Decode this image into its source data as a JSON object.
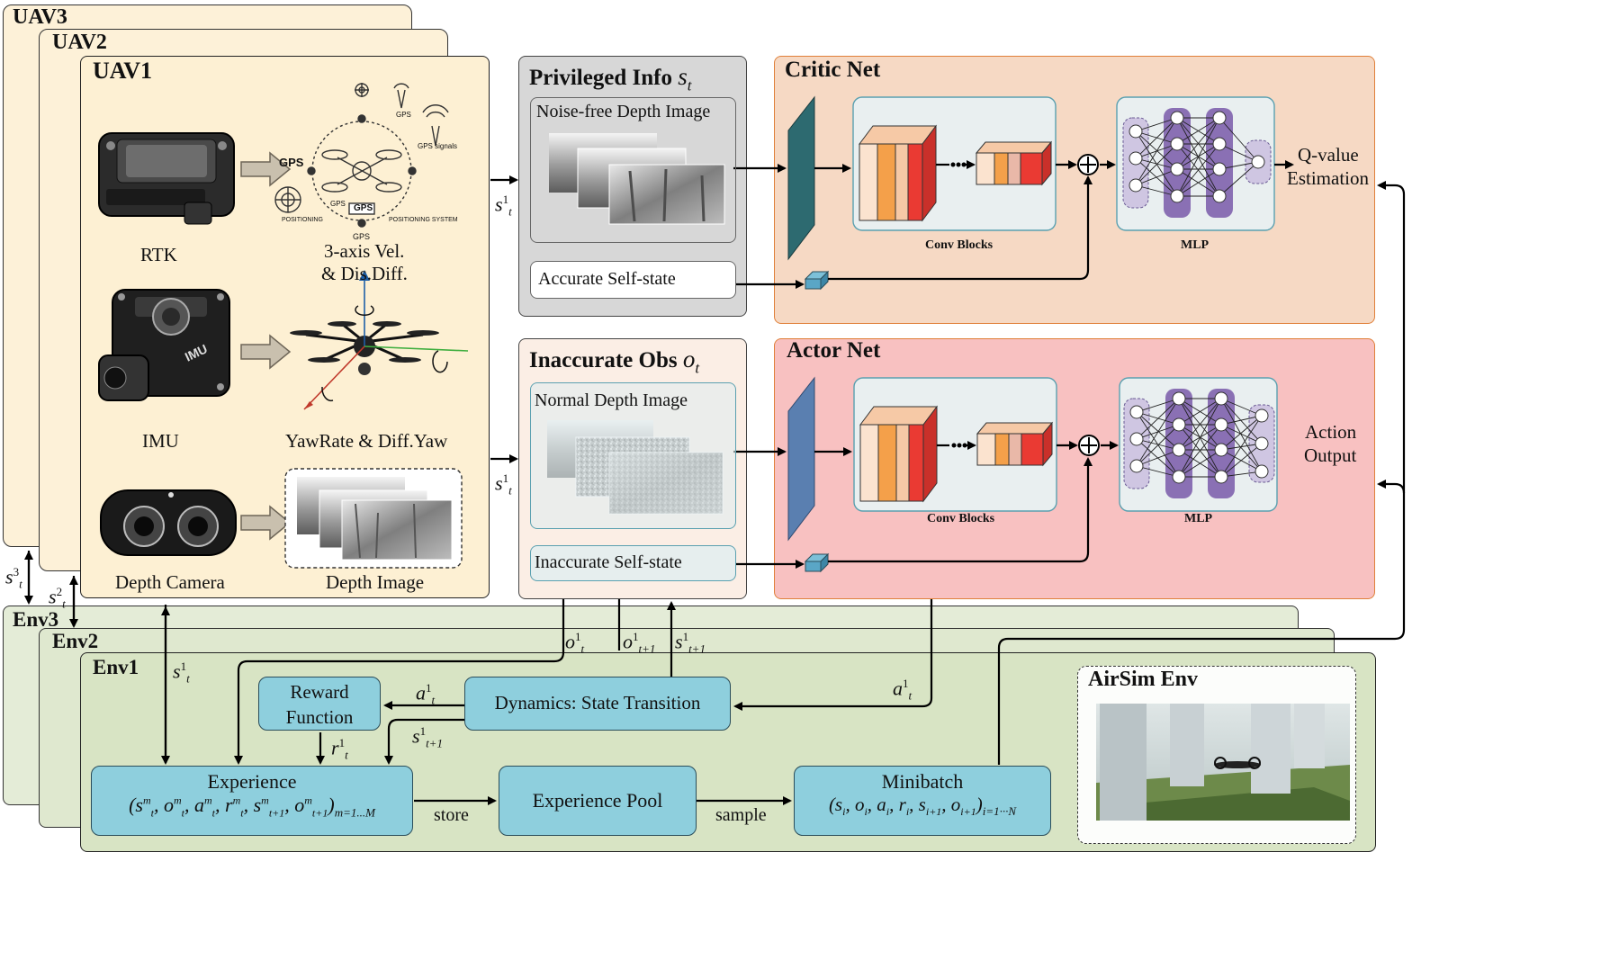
{
  "uav_stack": {
    "uav3_label": "UAV3",
    "uav2_label": "UAV2",
    "uav1_label": "UAV1",
    "rtk_label": "RTK",
    "vel_label_line1": "3-axis Vel.",
    "vel_label_line2": "& Dis.Diff.",
    "imu_label": "IMU",
    "yaw_label": "YawRate & Diff.Yaw",
    "depth_camera_label": "Depth Camera",
    "depth_image_label": "Depth Image",
    "gps_small_labels": [
      "GPS",
      "GPS",
      "GPS",
      "GPS signals",
      "GPS",
      "POSITIONING",
      "GPS",
      "POSITIONING SYSTEM"
    ],
    "imu_device_text": "IMU"
  },
  "privileged": {
    "title": "Privileged Info",
    "symbol": "s",
    "symbol_sub": "t",
    "depth_title": "Noise-free Depth Image",
    "state_label": "Accurate Self-state"
  },
  "inaccurate": {
    "title": "Inaccurate Obs",
    "symbol": "o",
    "symbol_sub": "t",
    "depth_title": "Normal Depth Image",
    "state_label": "Inaccurate Self-state"
  },
  "critic": {
    "title": "Critic Net",
    "conv_label": "Conv Blocks",
    "mlp_label": "MLP",
    "output_line1": "Q-value",
    "output_line2": "Estimation"
  },
  "actor": {
    "title": "Actor Net",
    "conv_label": "Conv Blocks",
    "mlp_label": "MLP",
    "output_line1": "Action",
    "output_line2": "Output"
  },
  "env_stack": {
    "env3_label": "Env3",
    "env2_label": "Env2",
    "env1_label": "Env1",
    "reward_line1": "Reward",
    "reward_line2": "Function",
    "dynamics_label": "Dynamics: State Transition",
    "experience_title": "Experience",
    "experience_tuple": "(s, o, a, r, s, o)",
    "experience_range": "m=1...M",
    "pool_label": "Experience Pool",
    "minibatch_title": "Minibatch",
    "minibatch_tuple": "(s, o, a, r, s, o)",
    "minibatch_range": "i=1···N",
    "store_label": "store",
    "sample_label": "sample",
    "airsim_label": "AirSim Env"
  },
  "flow_labels": {
    "s_t1_privileged": "s",
    "s_t1_inaccurate": "s",
    "s_t3_left": "s",
    "s_t2_left": "s",
    "s_t1_env": "s",
    "o_t1": "o",
    "o_t1_next": "o",
    "s_t1_next": "s",
    "a_t1_reward": "a",
    "s_t1_next_reward": "s",
    "r_t1": "r",
    "a_t1_actor": "a"
  },
  "colors": {
    "uav_bg": "#fdf1d8",
    "env_bg": "#d8e4c4",
    "critic_bg": "#f6d9c4",
    "actor_bg": "#f8c1c1",
    "critic_border": "#e0803a",
    "teal_box": "#8ecfdd",
    "critic_input_plate": "#2d6a70",
    "actor_input_plate": "#5a7fb0",
    "mlp_purple": "#8a70b4"
  }
}
